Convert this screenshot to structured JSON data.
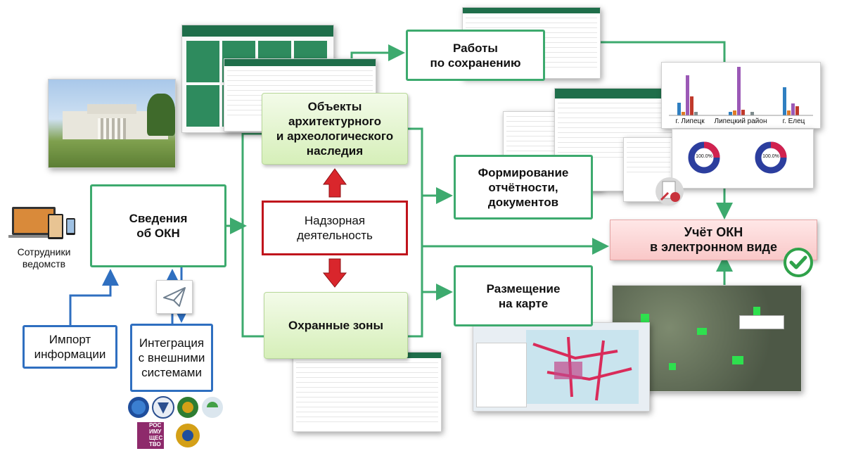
{
  "colors": {
    "green": "#3daa6e",
    "blue": "#2f6fc0",
    "red": "#c0141c"
  },
  "staff": {
    "label": "Сотрудники\nведомств"
  },
  "boxes": {
    "info": "Сведения\nоб ОКН",
    "import": "Импорт\nинформации",
    "integration": "Интеграция\nс внешними\nсистемами",
    "objects": "Объекты\nархитектурного\nи археологического\nнаследия",
    "supervision": "Надзорная\nдеятельность",
    "zones": "Охранные зоны",
    "works": "Работы\nпо сохранению",
    "reports": "Формирование\nотчётности,\nдокументов",
    "map": "Размещение\nна карте",
    "electronic": "Учёт ОКН\nв электронном виде"
  },
  "chart": {
    "labels": [
      "г. Липецк",
      "Липецкий район",
      "г. Елец"
    ]
  },
  "donuts": {
    "value1": "100.0%",
    "value2": "100.0%"
  },
  "logos": {
    "rosimushchestvo": "РОС\nИМУ\nЩЕС\nТВО"
  },
  "icons": [
    "paper-plane-icon",
    "checkmark-icon"
  ]
}
